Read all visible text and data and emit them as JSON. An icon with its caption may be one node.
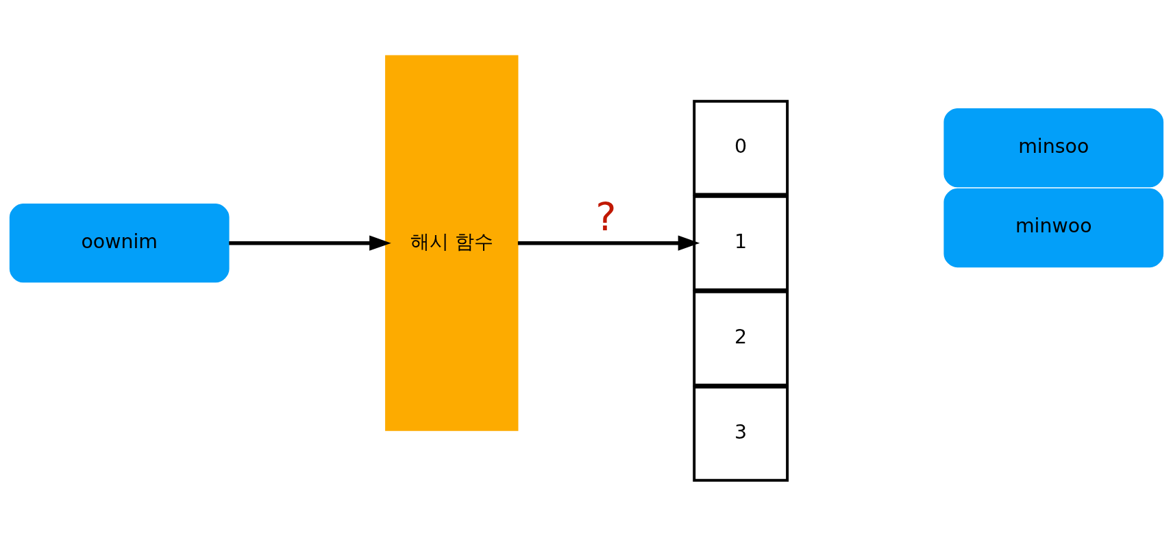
{
  "diagram": {
    "nodes": [
      {
        "text": [
          "oownim"
        ]
      },
      {
        "text": [
          "해시 함수"
        ]
      },
      {
        "text": [
          "0"
        ]
      },
      {
        "text": [
          "1"
        ]
      },
      {
        "text": [
          "2"
        ]
      },
      {
        "text": [
          "3"
        ]
      },
      {
        "text": [
          "minsoo"
        ]
      },
      {
        "text": [
          "minwoo"
        ]
      }
    ],
    "edges": [
      {
        "from": 0,
        "to": 1,
        "arrow": "to"
      },
      {
        "from": 1,
        "to": 3,
        "arrow": "to",
        "label": "?"
      }
    ]
  }
}
